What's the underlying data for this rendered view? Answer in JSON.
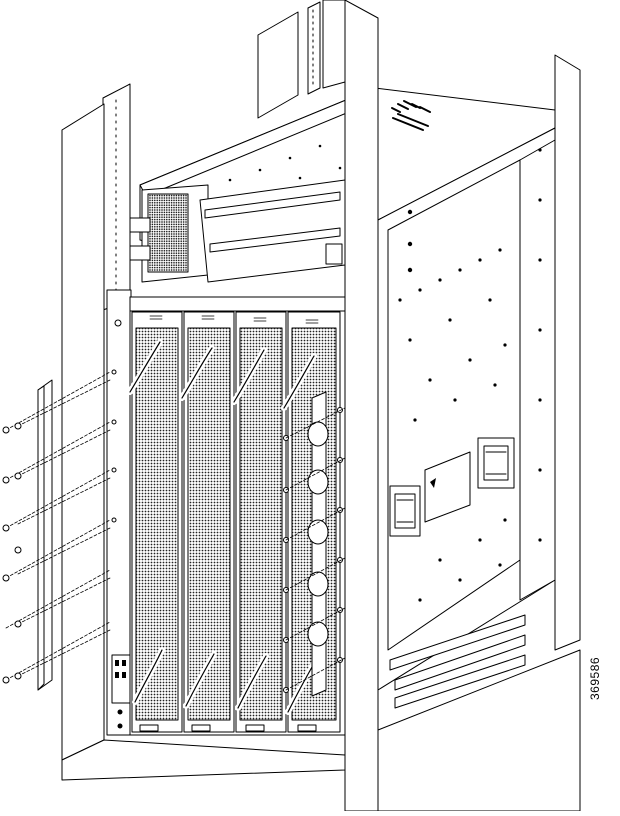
{
  "figure": {
    "id_label": "369586",
    "module_count": 4,
    "rear_mounting_screws": 10,
    "front_mounting_screws": 16
  }
}
